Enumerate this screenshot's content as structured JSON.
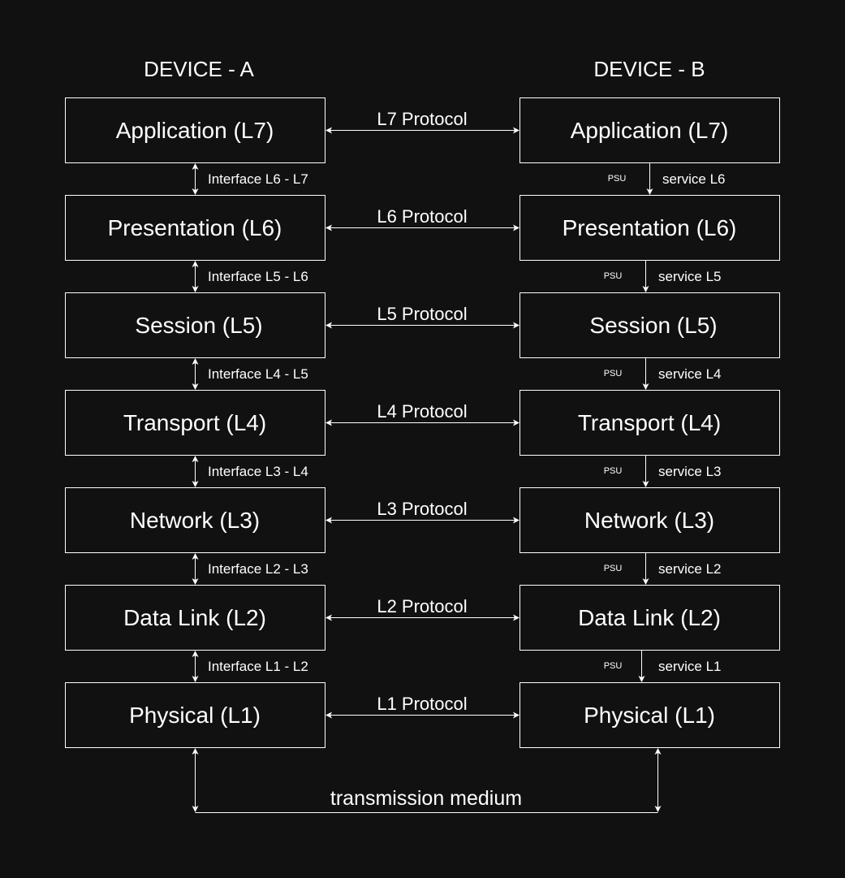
{
  "colors": {
    "background": "#111111",
    "foreground": "#ffffff"
  },
  "device_a": {
    "title": "DEVICE - A",
    "layers": [
      "Application (L7)",
      "Presentation (L6)",
      "Session (L5)",
      "Transport (L4)",
      "Network (L3)",
      "Data Link (L2)",
      "Physical (L1)"
    ]
  },
  "device_b": {
    "title": "DEVICE - B",
    "layers": [
      "Application (L7)",
      "Presentation (L6)",
      "Session (L5)",
      "Transport (L4)",
      "Network (L3)",
      "Data Link (L2)",
      "Physical (L1)"
    ]
  },
  "protocols": [
    "L7 Protocol",
    "L6 Protocol",
    "L5 Protocol",
    "L4 Protocol",
    "L3 Protocol",
    "L2 Protocol",
    "L1 Protocol"
  ],
  "interfaces": [
    "Interface L6 - L7",
    "Interface L5 - L6",
    "Interface L4 - L5",
    "Interface L3 - L4",
    "Interface L2 - L3",
    "Interface L1 - L2"
  ],
  "services": [
    "service L6",
    "service L5",
    "service L4",
    "service L3",
    "service L2",
    "service L1"
  ],
  "psu_label": "PSU",
  "medium_label": "transmission medium"
}
